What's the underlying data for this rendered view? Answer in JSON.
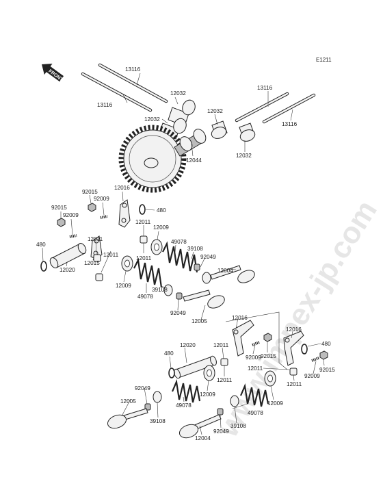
{
  "diagram_code": "E1211",
  "watermark": "www.impex-jp.com",
  "front_marker": "FRONT",
  "labels": [
    {
      "id": "l1",
      "text": "13116"
    },
    {
      "id": "l2",
      "text": "13116"
    },
    {
      "id": "l3",
      "text": "12032"
    },
    {
      "id": "l4",
      "text": "12032"
    },
    {
      "id": "l5",
      "text": "12044"
    },
    {
      "id": "l6",
      "text": "13116"
    },
    {
      "id": "l7",
      "text": "12032"
    },
    {
      "id": "l8",
      "text": "13116"
    },
    {
      "id": "l9",
      "text": "12032"
    },
    {
      "id": "l10",
      "text": "92015"
    },
    {
      "id": "l11",
      "text": "12016"
    },
    {
      "id": "l12",
      "text": "92009"
    },
    {
      "id": "l13",
      "text": "480"
    },
    {
      "id": "l14",
      "text": "92015"
    },
    {
      "id": "l15",
      "text": "92009"
    },
    {
      "id": "l16",
      "text": "12011"
    },
    {
      "id": "l17",
      "text": "12009"
    },
    {
      "id": "l18",
      "text": "49078"
    },
    {
      "id": "l19",
      "text": "39108"
    },
    {
      "id": "l20",
      "text": "12011"
    },
    {
      "id": "l21",
      "text": "12011"
    },
    {
      "id": "l22",
      "text": "92049"
    },
    {
      "id": "l23",
      "text": "480"
    },
    {
      "id": "l24",
      "text": "12015"
    },
    {
      "id": "l25",
      "text": "12011"
    },
    {
      "id": "l26",
      "text": "12004"
    },
    {
      "id": "l27",
      "text": "12020"
    },
    {
      "id": "l28",
      "text": "12009"
    },
    {
      "id": "l29",
      "text": "49078"
    },
    {
      "id": "l30",
      "text": "39108"
    },
    {
      "id": "l31",
      "text": "92049"
    },
    {
      "id": "l32",
      "text": "12005"
    },
    {
      "id": "l33",
      "text": "12016"
    },
    {
      "id": "l34",
      "text": "12016"
    },
    {
      "id": "l35",
      "text": "12020"
    },
    {
      "id": "l36",
      "text": "12011"
    },
    {
      "id": "l37",
      "text": "480"
    },
    {
      "id": "l38",
      "text": "92009"
    },
    {
      "id": "l39",
      "text": "92015"
    },
    {
      "id": "l40",
      "text": "480"
    },
    {
      "id": "l41",
      "text": "12011"
    },
    {
      "id": "l42",
      "text": "12011"
    },
    {
      "id": "l43",
      "text": "92009"
    },
    {
      "id": "l44",
      "text": "92015"
    },
    {
      "id": "l45",
      "text": "92049"
    },
    {
      "id": "l46",
      "text": "12009"
    },
    {
      "id": "l47",
      "text": "12011"
    },
    {
      "id": "l48",
      "text": "12005"
    },
    {
      "id": "l49",
      "text": "49078"
    },
    {
      "id": "l50",
      "text": "39108"
    },
    {
      "id": "l51",
      "text": "49078"
    },
    {
      "id": "l52",
      "text": "12009"
    },
    {
      "id": "l53",
      "text": "92049"
    },
    {
      "id": "l54",
      "text": "39108"
    },
    {
      "id": "l55",
      "text": "12004"
    }
  ]
}
